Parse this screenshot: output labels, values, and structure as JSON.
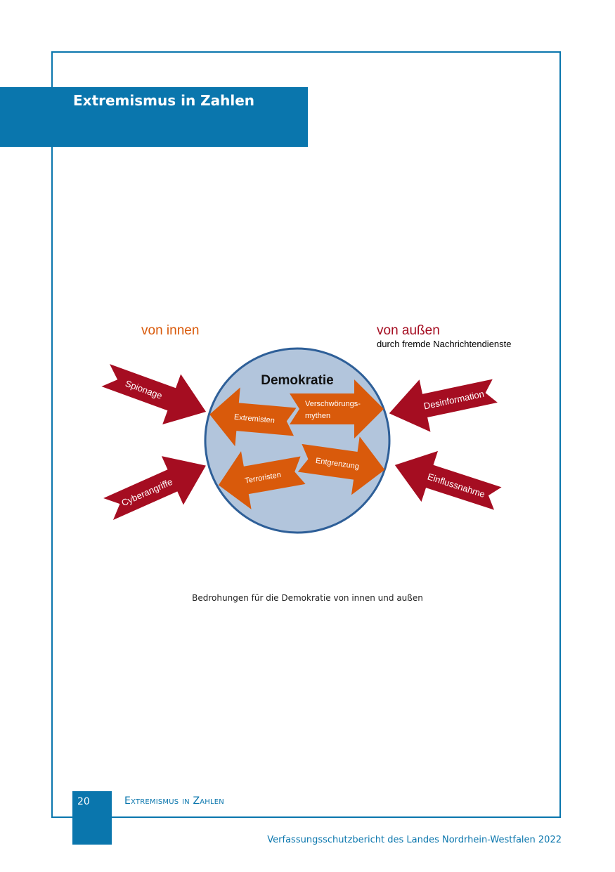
{
  "header": {
    "title": "Extremismus in Zahlen"
  },
  "diagram": {
    "label_inside": "von innen",
    "label_outside": "von außen",
    "label_outside_sub": "durch fremde Nachrichtendienste",
    "center": "Demokratie",
    "inner_threats": [
      "Extremisten",
      "Verschwörungs-",
      "mythen",
      "Terroristen",
      "Entgrenzung"
    ],
    "outer_threats": [
      "Spionage",
      "Cyberangriffe",
      "Desinformation",
      "Einflussnahme"
    ],
    "colors": {
      "inner": "#d95a0b",
      "outer": "#a50d21",
      "circle_fill": "#b2c5dc",
      "circle_stroke": "#2e5f98"
    }
  },
  "caption": "Bedrohungen für die Demokratie von innen und außen",
  "footer": {
    "page_number": "20",
    "running_head": "Extremismus in Zahlen",
    "publication": "Verfassungsschutzbericht des Landes Nordrhein-Westfalen 2022"
  }
}
